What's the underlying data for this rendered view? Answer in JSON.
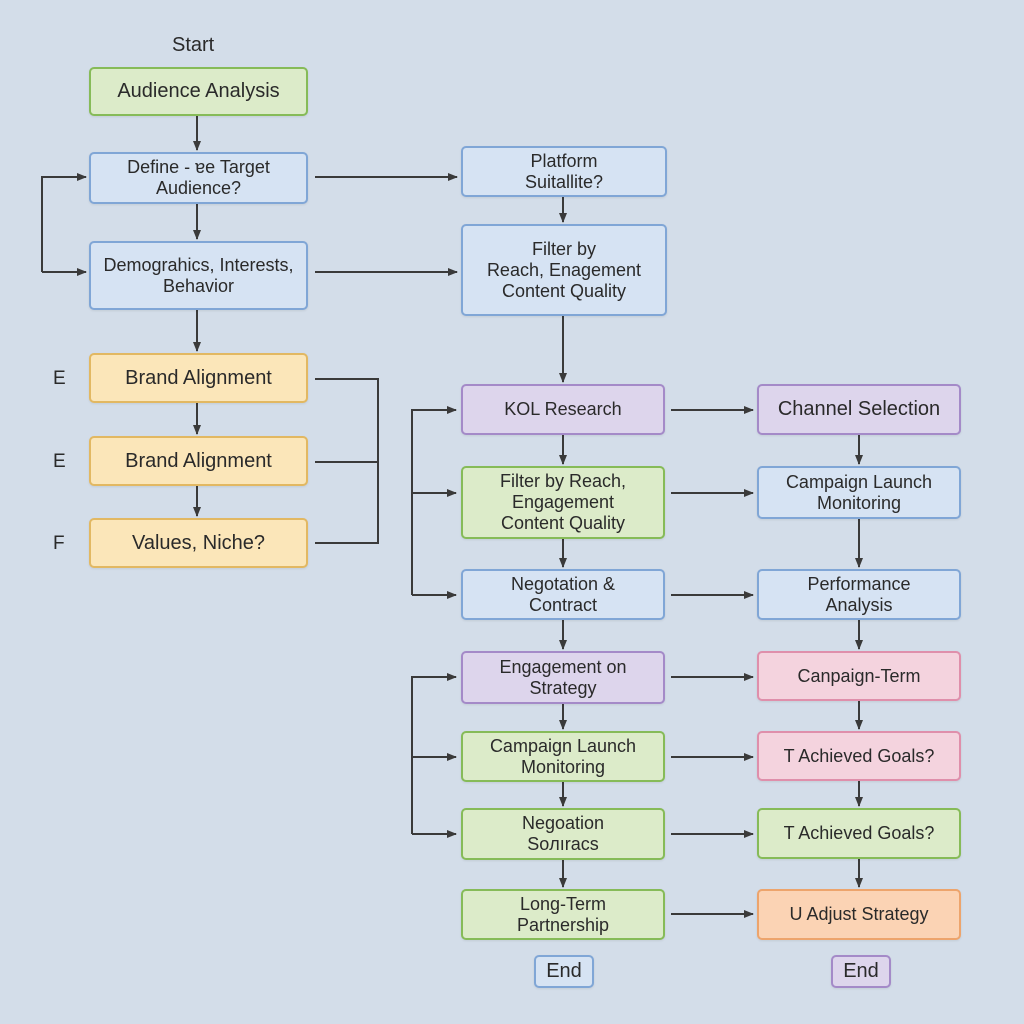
{
  "colors": {
    "background": "#d3dde9",
    "green": "#86bb58",
    "blue": "#80a6d6",
    "yellow": "#e2b862",
    "purple": "#a48ac8",
    "pink": "#df8fab",
    "orange": "#eda46c",
    "arrow": "#3a3a3a"
  },
  "start_label": "Start",
  "side_labels": [
    "E",
    "E",
    "F"
  ],
  "left_column": {
    "audience_analysis": "Audience Analysis",
    "define_target": "Define - ɐe Target\nAudience?",
    "demographics": "Demograhics, Interests,\nBehavior",
    "brand_alignment_1": "Brand Alignment",
    "brand_alignment_2": "Brand Alignment",
    "values_niche": "Values, Niche?"
  },
  "middle_column": {
    "platform_suitability": "Platform\nSuitallite?",
    "filter_top": "Filter by\nReach, Enagement\nContent Quality",
    "kol_research": "KOL Research",
    "filter_reach": "Filter by Reach,\nEngagement\nContent Quality",
    "negotiation_contract": "Negotation &\nContract",
    "engagement_strategy": "Engagement on\nStrategy",
    "campaign_launch": "Campaign Launch\nMonitoring",
    "negotiation_sources": "Negoation\nSoлıracs",
    "long_term": "Long-Term\nPartnership",
    "end": "End"
  },
  "right_column": {
    "channel_selection": "Channel Selection",
    "campaign_launch": "Campaign Launch\nMonitoring",
    "performance_analysis": "Performance\nAnalysis",
    "campaign_term": "Canpaign-Term",
    "achieved_goals_1": "T Achieved Goals?",
    "achieved_goals_2": "T Achieved Goals?",
    "adjust_strategy": "U Adjust Strategy",
    "end": "End"
  }
}
